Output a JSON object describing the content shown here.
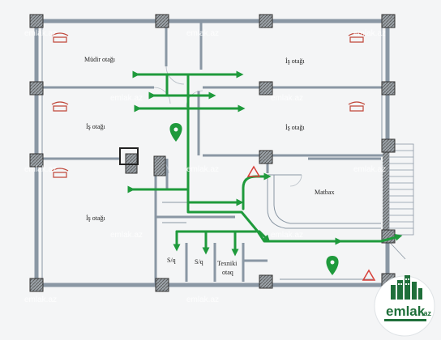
{
  "rooms": {
    "mudir": "Müdir otağı",
    "is_top_right": "İş otağı",
    "is_mid_left": "İş otağı",
    "is_mid_right": "İş otağı",
    "is_bottom_left": "İş otağı",
    "matbax": "Matbax",
    "sq_1": "S/q",
    "sq_2": "S/q",
    "texniki_line1": "Texniki",
    "texniki_line2": "otaq"
  },
  "watermark": "emlak.az",
  "logo": {
    "main": "emlak",
    "sub": ".az"
  },
  "colors": {
    "evacuation_arrow": "#1f9a3c",
    "wall": "#8a97a4",
    "pillar": "#555b60",
    "phone": "#c0473a",
    "warning": "#d8403a",
    "logo_green": "#1f6f3a"
  }
}
